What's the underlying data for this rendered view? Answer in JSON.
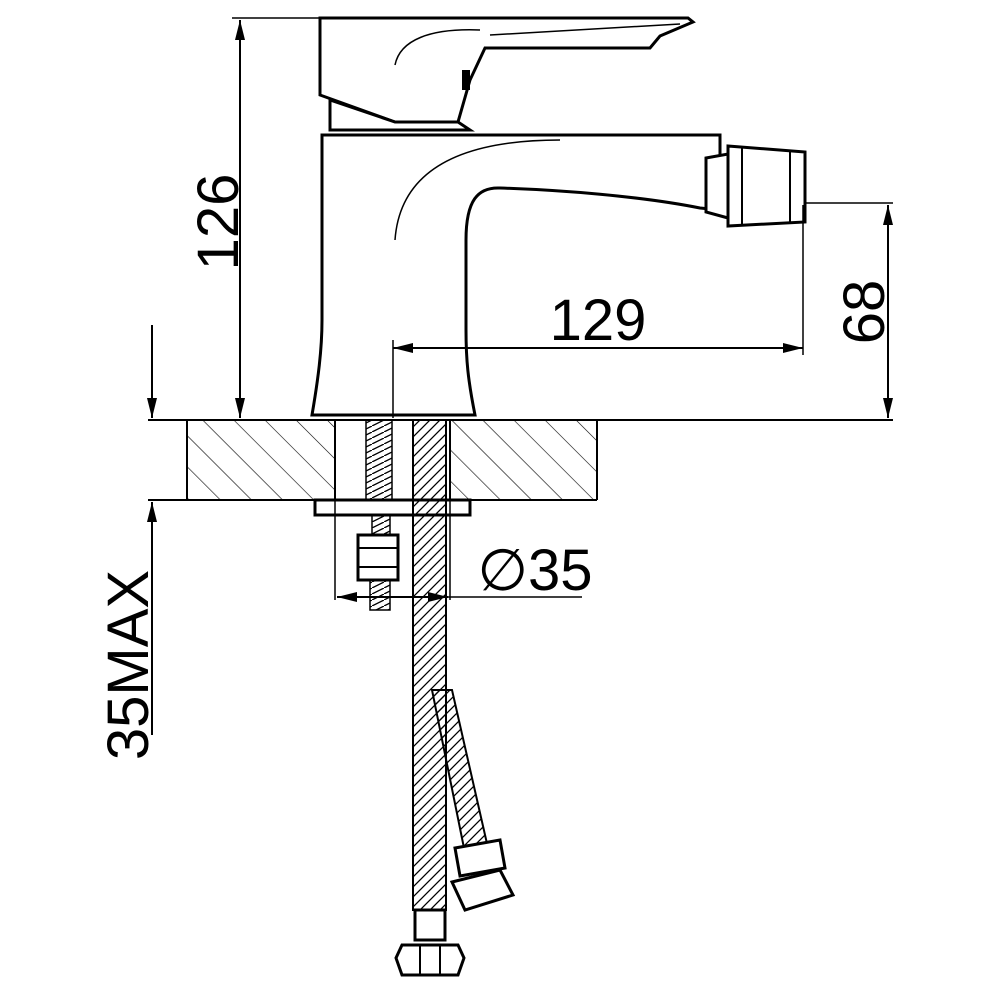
{
  "drawing": {
    "dimensions": {
      "total_height": "126",
      "spout_reach": "129",
      "spout_height": "68",
      "hole_diameter": "∅35",
      "max_thickness": "35MAX"
    }
  }
}
